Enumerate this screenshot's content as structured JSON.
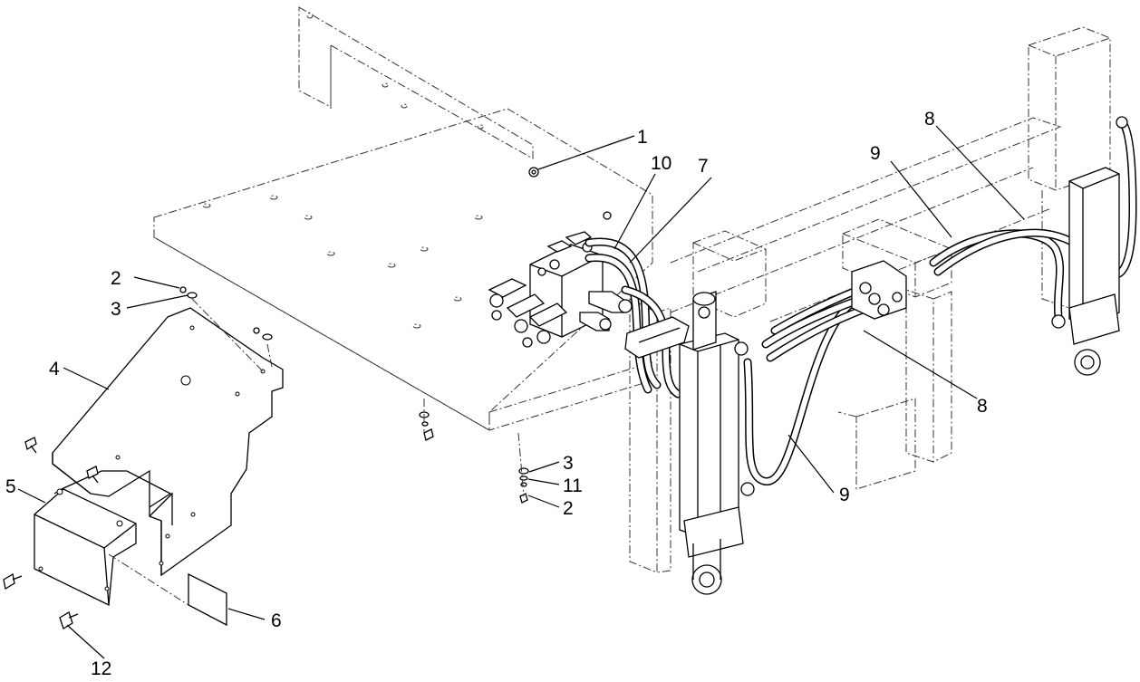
{
  "callouts": [
    {
      "id": "c1",
      "label": "1"
    },
    {
      "id": "c2a",
      "label": "2"
    },
    {
      "id": "c2b",
      "label": "2"
    },
    {
      "id": "c3a",
      "label": "3"
    },
    {
      "id": "c3b",
      "label": "3"
    },
    {
      "id": "c4",
      "label": "4"
    },
    {
      "id": "c5",
      "label": "5"
    },
    {
      "id": "c6",
      "label": "6"
    },
    {
      "id": "c7",
      "label": "7"
    },
    {
      "id": "c8a",
      "label": "8"
    },
    {
      "id": "c8b",
      "label": "8"
    },
    {
      "id": "c9a",
      "label": "9"
    },
    {
      "id": "c9b",
      "label": "9"
    },
    {
      "id": "c10",
      "label": "10"
    },
    {
      "id": "c11",
      "label": "11"
    },
    {
      "id": "c12",
      "label": "12"
    }
  ]
}
